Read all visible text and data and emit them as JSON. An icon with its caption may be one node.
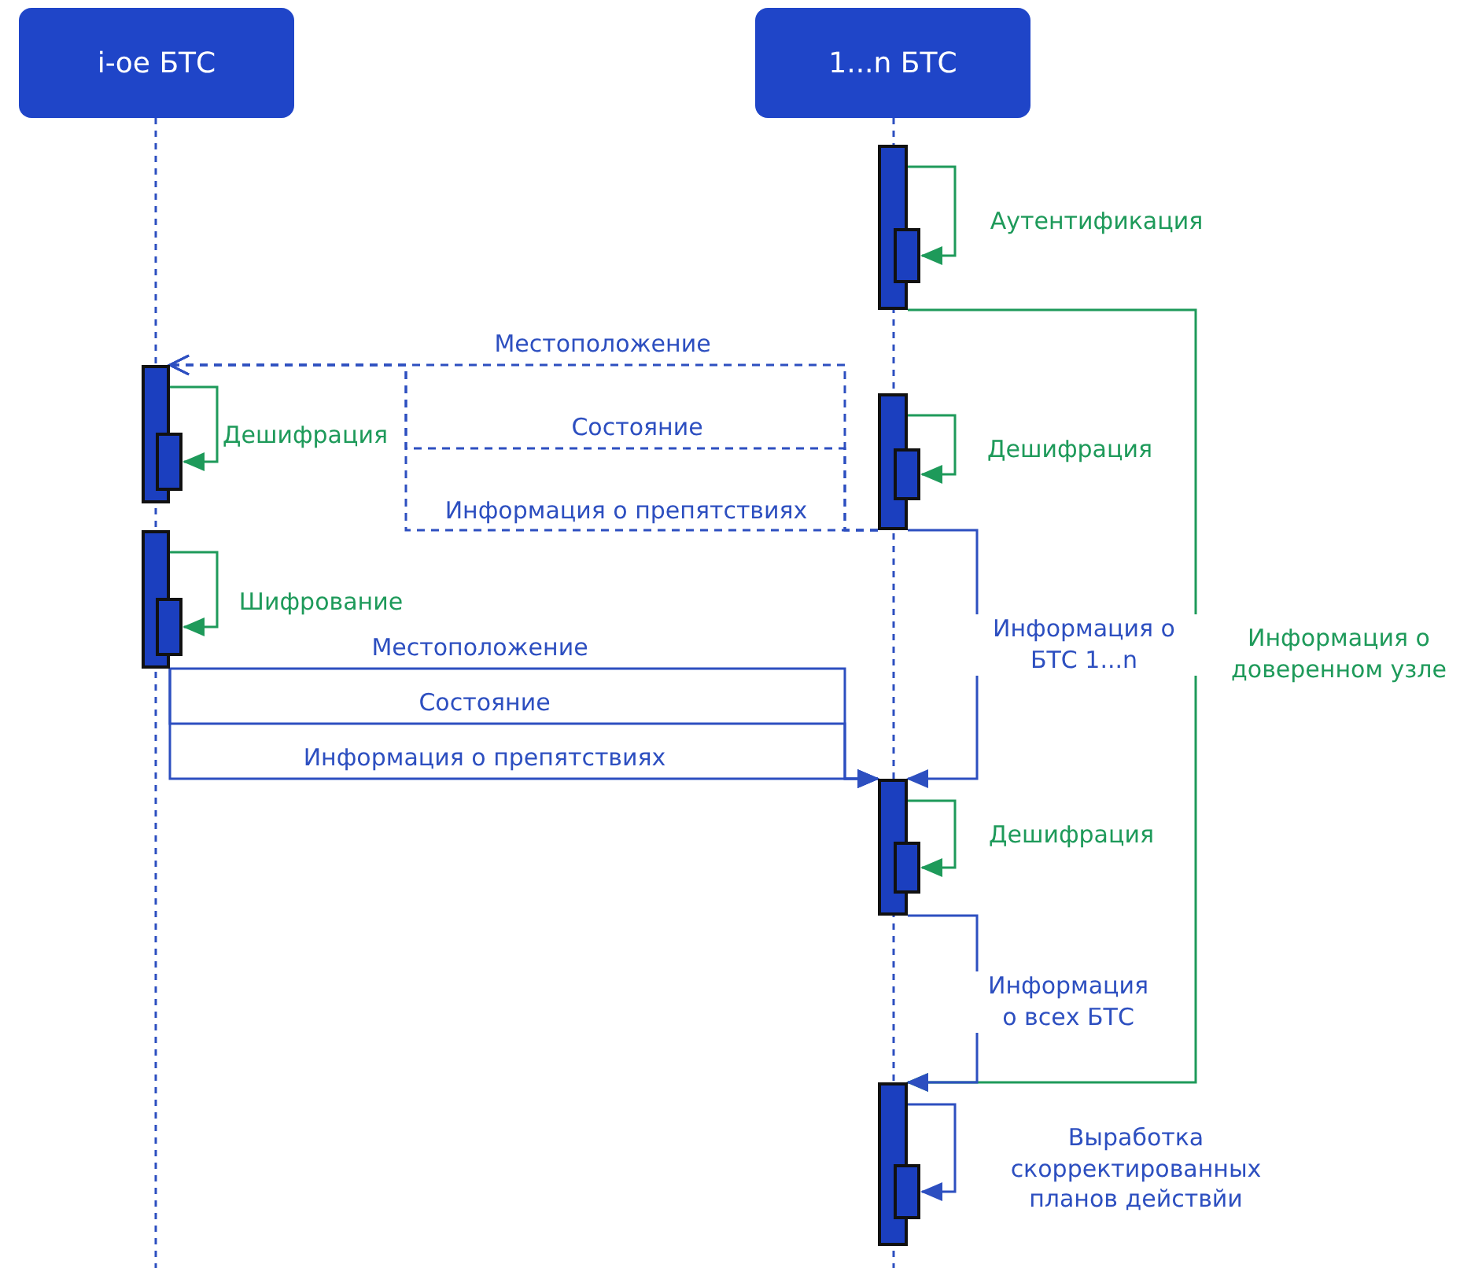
{
  "diagram": {
    "nodes": [
      {
        "text": [
          "i-ое БТС"
        ]
      },
      {
        "text": [
          "1...n БТС"
        ]
      },
      {
        "text": [],
        "shape": "bar"
      },
      {
        "text": [],
        "shape": "bar"
      },
      {
        "text": [],
        "shape": "bar"
      },
      {
        "text": [],
        "shape": "bar"
      },
      {
        "text": [],
        "shape": "bar"
      },
      {
        "text": [],
        "shape": "bar"
      },
      {
        "text": [],
        "shape": "bar"
      },
      {
        "text": [],
        "shape": "bar"
      },
      {
        "text": [],
        "shape": "bar"
      },
      {
        "text": [],
        "shape": "bar"
      },
      {
        "text": [],
        "shape": "bar"
      },
      {
        "text": [],
        "shape": "bar"
      }
    ],
    "edges": [
      {
        "from": 2,
        "to": 3,
        "arrow": "to",
        "label": "Аутентификация",
        "color": "#1e9a5a"
      },
      {
        "from": 6,
        "to": 4,
        "arrow": "to",
        "label": "Местоположение",
        "style": "dashed"
      },
      {
        "from": 6,
        "to": 4,
        "arrow": "to",
        "label": "Состояние",
        "style": "dashed"
      },
      {
        "from": 6,
        "to": 4,
        "arrow": "to",
        "label": "Информация о препятствиях",
        "style": "dashed"
      },
      {
        "from": 4,
        "to": 5,
        "arrow": "to",
        "label": "Дешифрация",
        "color": "#1e9a5a"
      },
      {
        "from": 6,
        "to": 7,
        "arrow": "to",
        "label": "Дешифрация",
        "color": "#1e9a5a"
      },
      {
        "from": 8,
        "to": 9,
        "arrow": "to",
        "label": "Шифрование",
        "color": "#1e9a5a"
      },
      {
        "from": 8,
        "to": 10,
        "arrow": "to",
        "label": "Местоположение"
      },
      {
        "from": 8,
        "to": 10,
        "arrow": "to",
        "label": "Состояние"
      },
      {
        "from": 8,
        "to": 10,
        "arrow": "to",
        "label": "Информация о препятствиях"
      },
      {
        "from": 6,
        "to": 10,
        "arrow": "to",
        "label": "Информация о БТС 1...n"
      },
      {
        "from": 2,
        "to": 12,
        "arrow": "to",
        "label": "Информация о доверенном узле",
        "color": "#1e9a5a"
      },
      {
        "from": 10,
        "to": 11,
        "arrow": "to",
        "label": "Дешифрация",
        "color": "#1e9a5a"
      },
      {
        "from": 10,
        "to": 12,
        "arrow": "to",
        "label": "Информация о всех БТС"
      },
      {
        "from": 12,
        "to": 13,
        "arrow": "to",
        "label": "Выработка скорректированных планов действйи"
      }
    ]
  }
}
